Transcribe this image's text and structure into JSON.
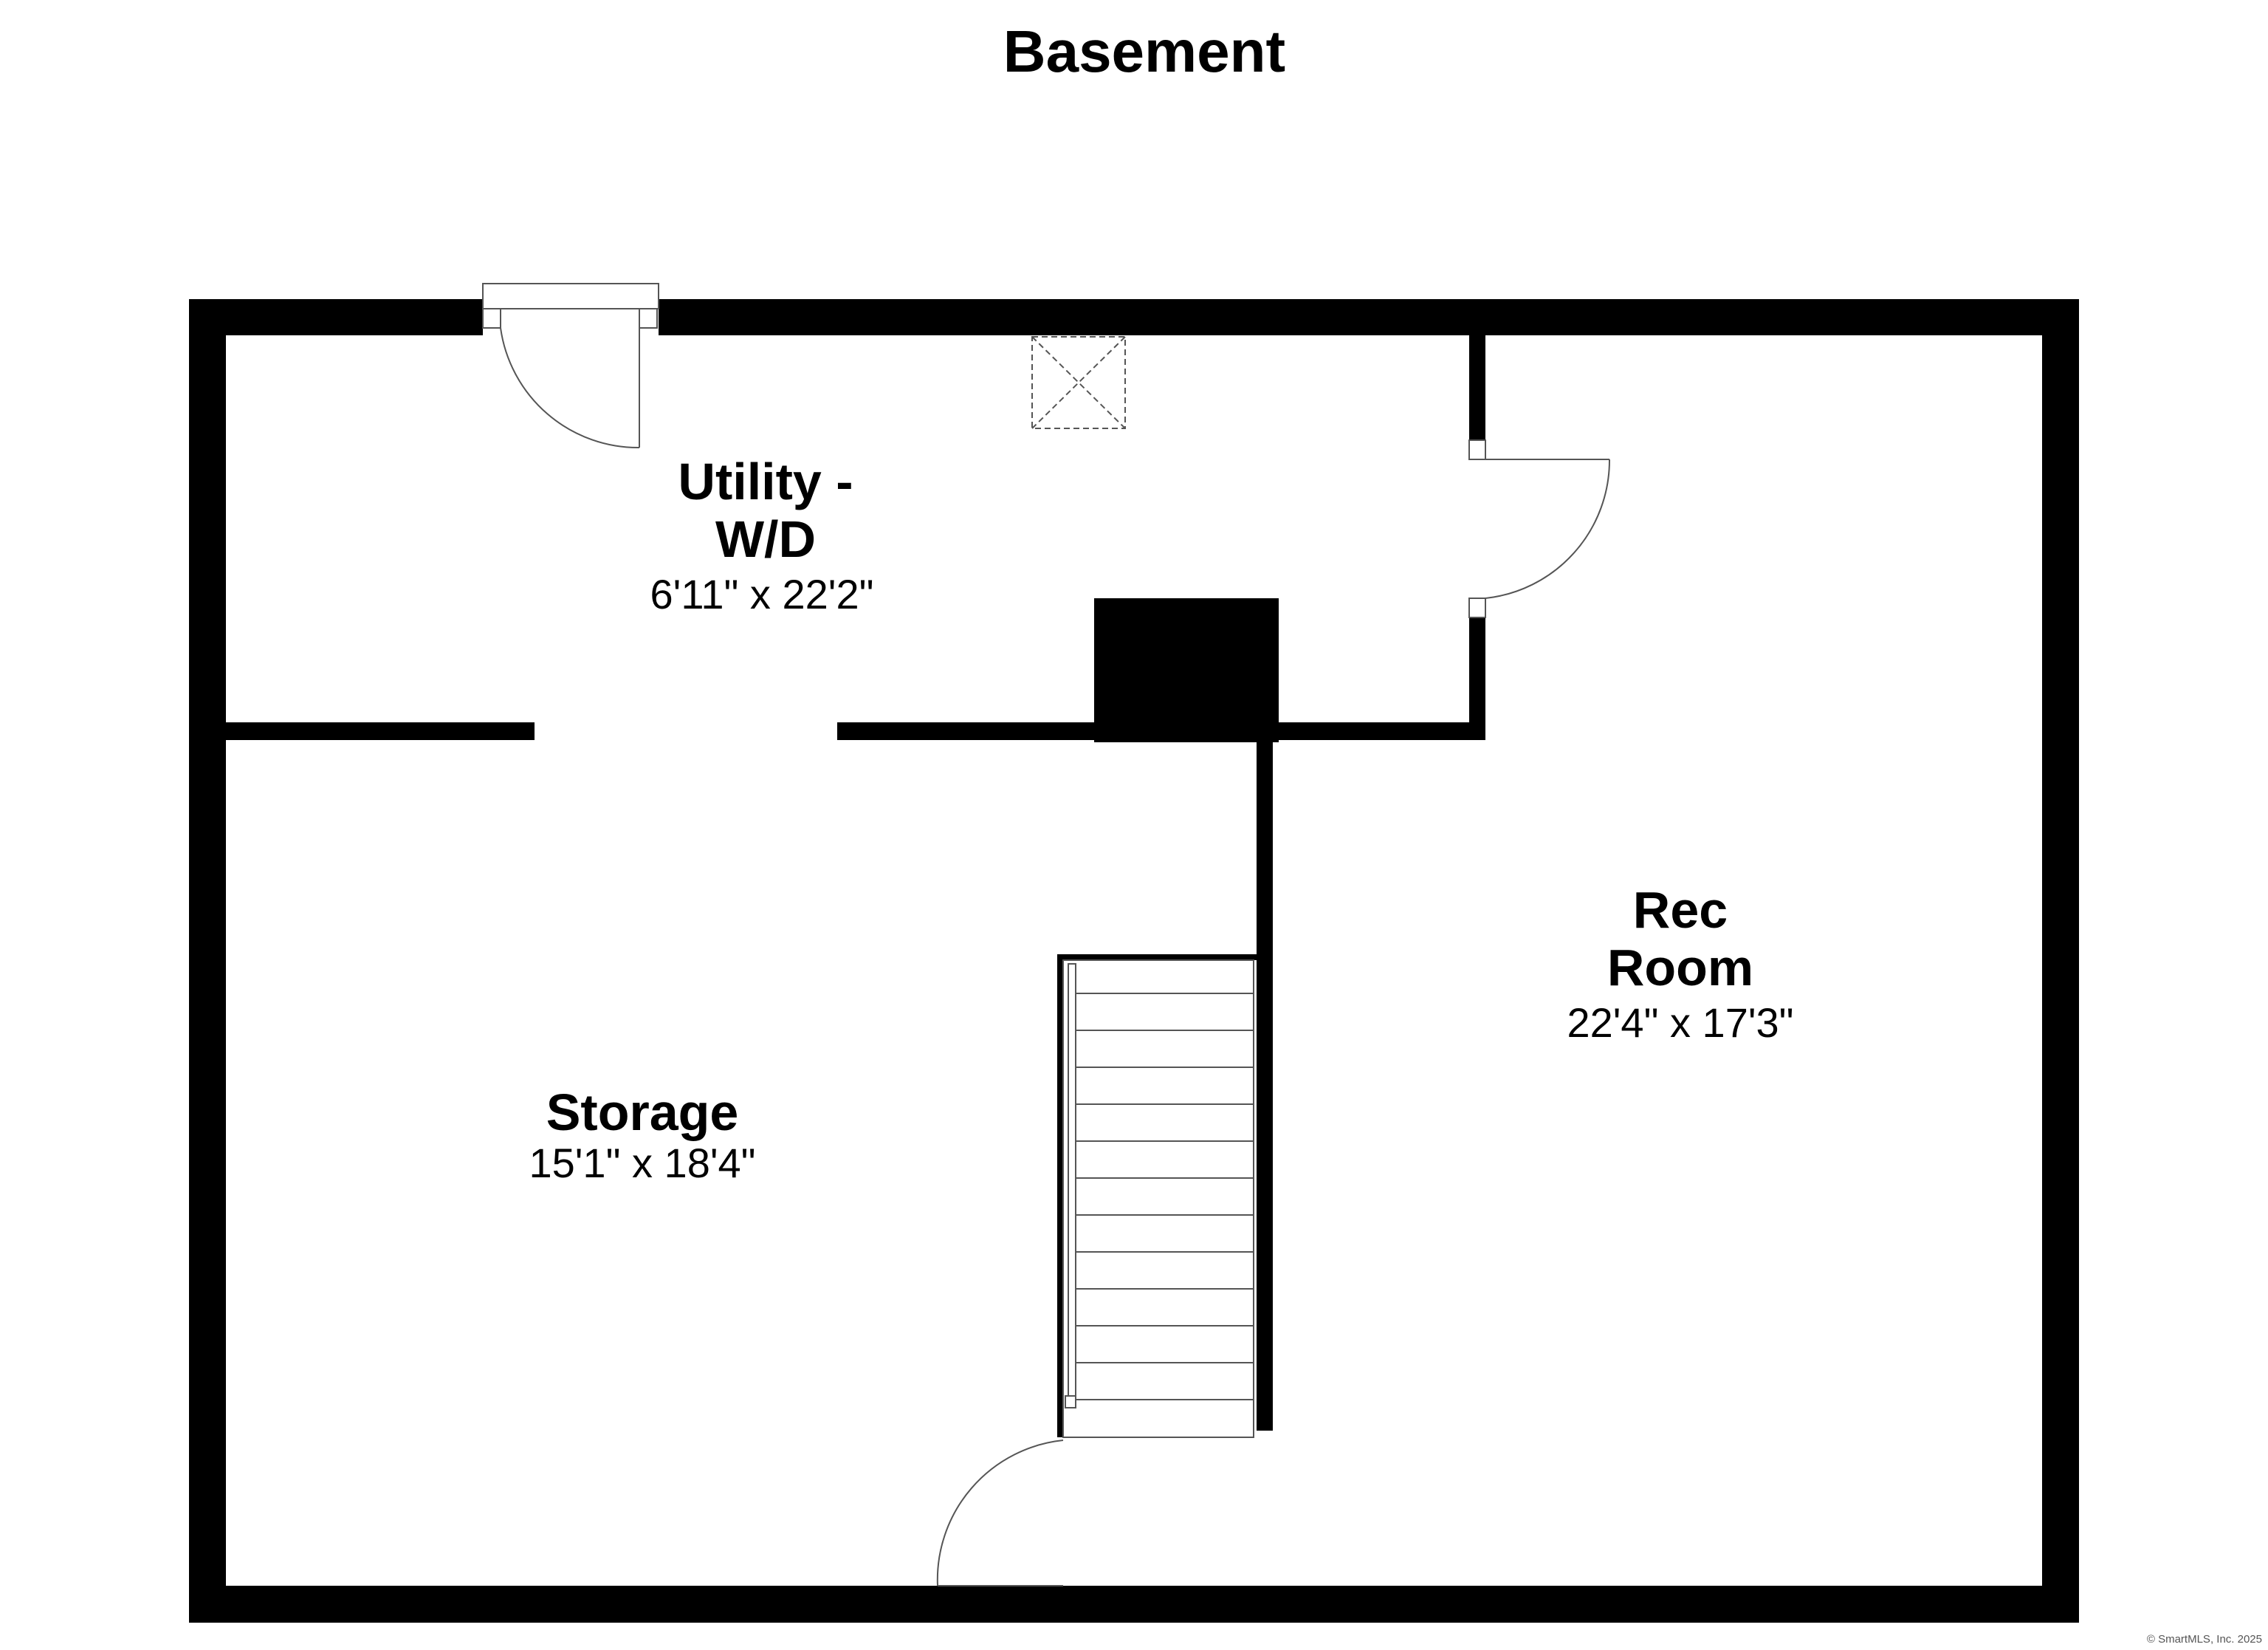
{
  "floor": {
    "title": "Basement"
  },
  "rooms": [
    {
      "name_line1": "Utility -",
      "name_line2": "W/D",
      "dimensions": "6'11\" x 22'2\""
    },
    {
      "name_line1": "Rec",
      "name_line2": "Room",
      "dimensions": "22'4\" x 17'3\""
    },
    {
      "name_line1": "Storage",
      "name_line2": "",
      "dimensions": "15'1\" x 18'4\""
    }
  ],
  "footer": {
    "copyright": "© SmartMLS, Inc. 2025"
  },
  "colors": {
    "wall": "#000000",
    "background": "#ffffff",
    "fixture_stroke": "#555555"
  }
}
